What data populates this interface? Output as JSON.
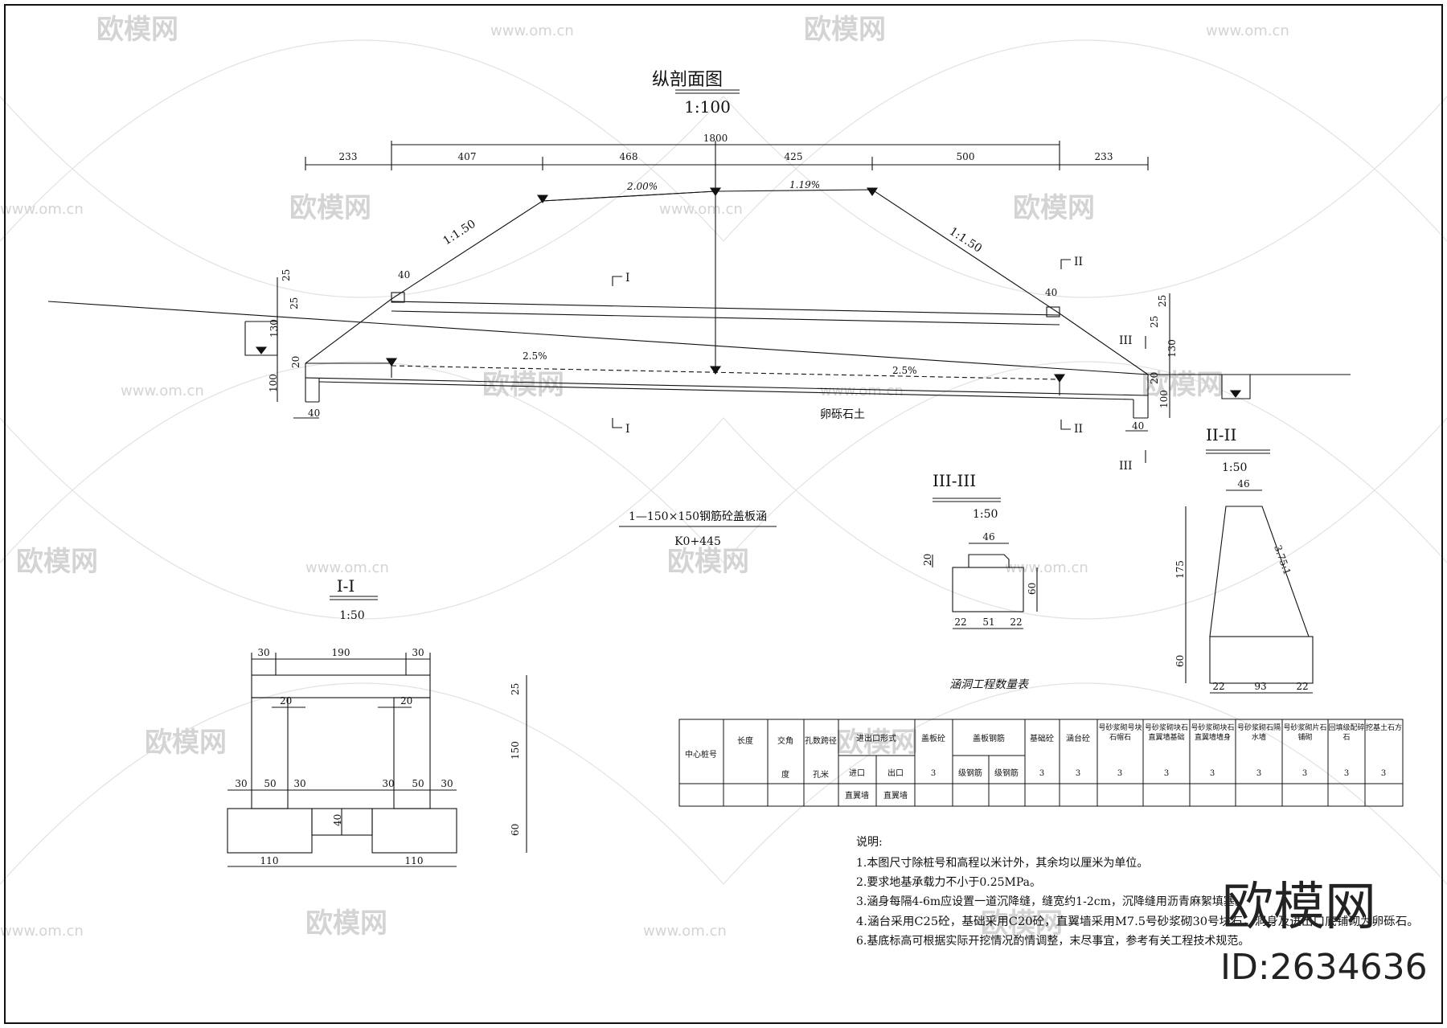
{
  "profile": {
    "title": "纵剖面图",
    "scale": "1:100",
    "overall": "1800",
    "segments": [
      "233",
      "407",
      "468",
      "425",
      "500",
      "233"
    ],
    "slope_left": "1:1.50",
    "slope_right": "1:1.50",
    "grade_left": "2.00%",
    "grade_right": "1.19%",
    "culvert_grade_left": "2.5%",
    "culvert_grade_right": "2.5%",
    "soil": "卵砾石土",
    "dims": {
      "left_25a": "25",
      "left_25b": "25",
      "left_130": "130",
      "left_20": "20",
      "left_100": "100",
      "left_40a": "40",
      "left_40b": "40",
      "right_25a": "25",
      "right_25b": "25",
      "right_130": "130",
      "right_20": "20",
      "right_100": "100",
      "right_40a": "40",
      "right_40b": "40"
    },
    "section_marks": {
      "s1": "I",
      "s2": "II",
      "s3": "III"
    }
  },
  "culvert": {
    "name": "1—150×150钢筋砼盖板涵",
    "station": "K0+445"
  },
  "section_I": {
    "title": "I-I",
    "scale": "1:50",
    "dims": {
      "top_30a": "30",
      "top_190": "190",
      "top_30b": "30",
      "in_20a": "20",
      "in_20b": "20",
      "b_30a": "30",
      "b_50a": "50",
      "b_30b": "30",
      "b_30c": "30",
      "b_50b": "50",
      "b_30d": "30",
      "mid_40": "40",
      "base_110a": "110",
      "base_110b": "110",
      "v_25": "25",
      "v_150": "150",
      "v_60": "60"
    }
  },
  "section_III": {
    "title": "III-III",
    "scale": "1:50",
    "dims": {
      "top_46": "46",
      "h_20": "20",
      "h_60": "60",
      "b_22a": "22",
      "b_51": "51",
      "b_22b": "22"
    }
  },
  "section_II": {
    "title": "II-II",
    "scale": "1:50",
    "dims": {
      "top_46": "46",
      "h_175": "175",
      "h_60": "60",
      "slope": "3.75:1",
      "b_22a": "22",
      "b_93": "93",
      "b_22b": "22"
    }
  },
  "quantity_table": {
    "title": "涵洞工程数量表",
    "col_station": "中心桩号",
    "col_length": "长度",
    "col_angle_a": "交角",
    "col_angle_b": "度",
    "col_span": "孔数跨径",
    "col_span_unit": "孔米",
    "col_ends": "进出口形式",
    "col_inlet": "进口",
    "col_outlet": "出口",
    "inlet_type": "直翼墙",
    "outlet_type": "直翼墙",
    "col_slab_conc": "盖板砼",
    "col_rebar": "盖板钢筋",
    "col_rebar_a": "级钢筋",
    "col_rebar_b": "级钢筋",
    "cols": [
      "基础砼",
      "涵台砼",
      "号砂浆砌号块石帽石",
      "号砂浆砌块石直翼墙基础",
      "号砂浆砌块石直翼墙墙身",
      "号砂浆砌石隔水墙",
      "号砂浆砌片石铺砌",
      "回填级配碎石",
      "挖基土石方"
    ],
    "unit": "3"
  },
  "notes": {
    "heading": "说明:",
    "items": [
      "1.本图尺寸除桩号和高程以米计外，其余均以厘米为单位。",
      "2.要求地基承载力不小于0.25MPa。",
      "3.涵身每隔4-6m应设置一道沉降缝，缝宽约1-2cm，沉降缝用沥青麻絮填塞。",
      "4.涵台采用C25砼，基础采用C20砼，直翼墙采用M7.5号砂浆砌30号块石，洞身及进出口底铺砌为卵砾石。",
      "6.基底标高可根据实际开挖情况酌情调整，末尽事宜，参考有关工程技术规范。"
    ]
  },
  "watermark": {
    "brand": "欧模网",
    "url": "www.om.cn",
    "id": "ID:2634636"
  }
}
